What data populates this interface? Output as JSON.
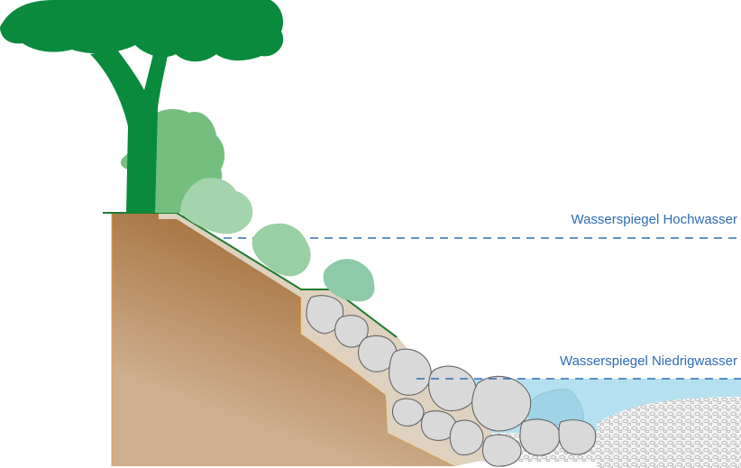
{
  "diagram": {
    "title": "",
    "labels": {
      "high_water": "Wasserspiegel Hochwasser",
      "low_water": "Wasserspiegel Niedrigwasser"
    },
    "colors": {
      "tree_dark": "#0a8a3c",
      "shrub_mid": "#74bf7e",
      "shrub_light": "#9dd0a6",
      "shrub_teal": "#8ccaa8",
      "soil_dark": "#a8733f",
      "soil_light": "#cbab8a",
      "filter_layer": "#ddd0bd",
      "stone_fill": "#d9d9d9",
      "stone_edge": "#666666",
      "water": "#b5e0f0",
      "water_line": "#2f6db5",
      "grass_line": "#1d7a2e",
      "soil_edge": "#e8a03a",
      "gravel": "#f2f2f2"
    },
    "elements": [
      "large-tree",
      "shrubs",
      "soil-embankment",
      "filter-layer",
      "riprap-stones",
      "water-body",
      "gravel-riverbed"
    ]
  }
}
